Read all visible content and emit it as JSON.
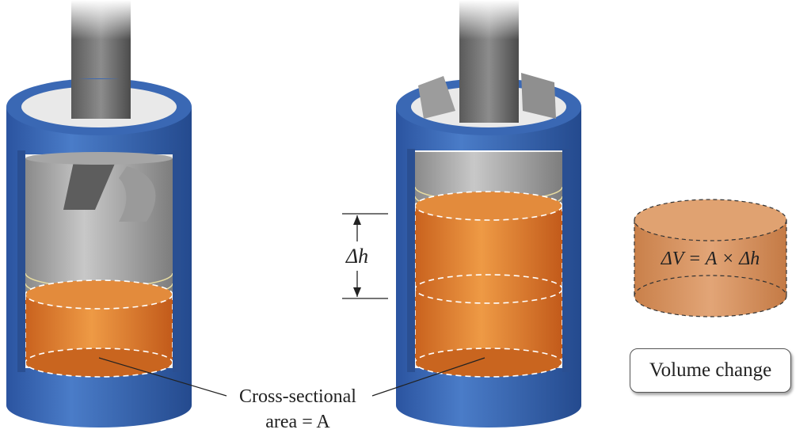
{
  "labels": {
    "delta_h": "Δh",
    "cross_section_line1": "Cross-sectional",
    "cross_section_line2": "area = A",
    "volume_formula": "ΔV = A × Δh",
    "volume_change": "Volume change"
  },
  "colors": {
    "cylinder_blue": "#3f6fb8",
    "cylinder_blue_dark": "#2a4f92",
    "piston_gray": "#b3b3b3",
    "gas_orange": "#e08a3a",
    "wood_tan": "#d9935e"
  }
}
